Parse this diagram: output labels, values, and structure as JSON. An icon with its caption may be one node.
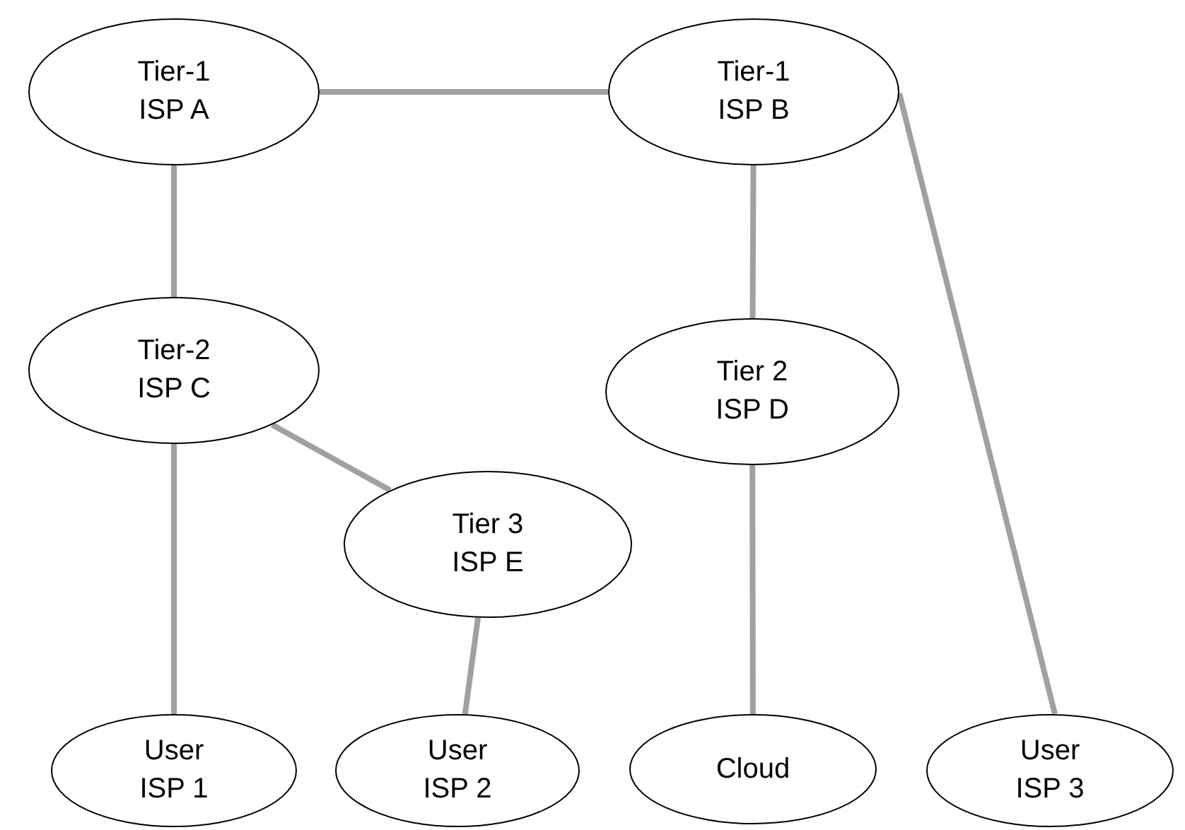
{
  "diagram": {
    "nodes": [
      {
        "text": [
          "Tier-1 ISP A"
        ]
      },
      {
        "text": [
          "Tier-1 ISP B"
        ]
      },
      {
        "text": [
          "Tier-2 ISP C"
        ]
      },
      {
        "text": [
          "Tier 2 ISP D"
        ]
      },
      {
        "text": [
          "Tier 3 ISP E"
        ]
      },
      {
        "text": [
          "User ISP 1"
        ]
      },
      {
        "text": [
          "User ISP 2"
        ]
      },
      {
        "text": [
          "Cloud"
        ]
      },
      {
        "text": [
          "User ISP 3"
        ]
      }
    ],
    "edges": [
      {
        "from": 0,
        "to": 1,
        "arrow": "none"
      },
      {
        "from": 0,
        "to": 2,
        "arrow": "none"
      },
      {
        "from": 1,
        "to": 3,
        "arrow": "none"
      },
      {
        "from": 1,
        "to": 8,
        "arrow": "none"
      },
      {
        "from": 2,
        "to": 4,
        "arrow": "none"
      },
      {
        "from": 2,
        "to": 5,
        "arrow": "none"
      },
      {
        "from": 4,
        "to": 6,
        "arrow": "none"
      },
      {
        "from": 3,
        "to": 7,
        "arrow": "none"
      }
    ]
  }
}
